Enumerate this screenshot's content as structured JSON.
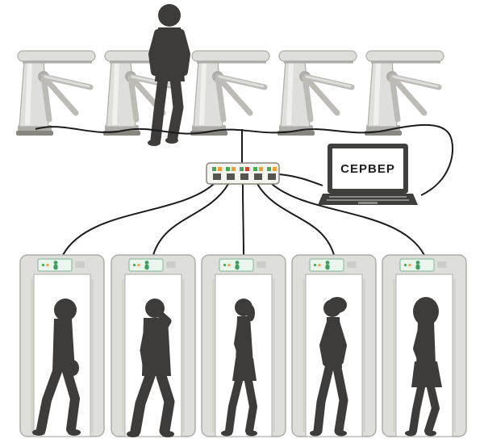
{
  "laptop": {
    "label": "СЕРВЕР"
  },
  "system": {
    "turnstile_count": 5,
    "detector_count": 5,
    "description_elements": [
      "tripod-turnstile-row",
      "controller-hub",
      "server-laptop",
      "metal-detector-row",
      "person-silhouettes"
    ]
  },
  "colors": {
    "silhouette": "#3d3c3a",
    "frame-light": "#dededa",
    "frame-mid": "#aeada8",
    "frame-dark": "#87867f",
    "arm": "#bcbbb6",
    "wire": "#1b1b1b",
    "panel-bg": "#eaf6ee",
    "panel-border": "#84b294",
    "panel-person": "#3f9e63",
    "led-green": "#44aa55",
    "led-orange": "#f0a030",
    "led-red": "#cc4433",
    "laptop-dark": "#3f3f3d",
    "screen-bg": "#ffffff",
    "screen-text": "#1e1e1e"
  }
}
